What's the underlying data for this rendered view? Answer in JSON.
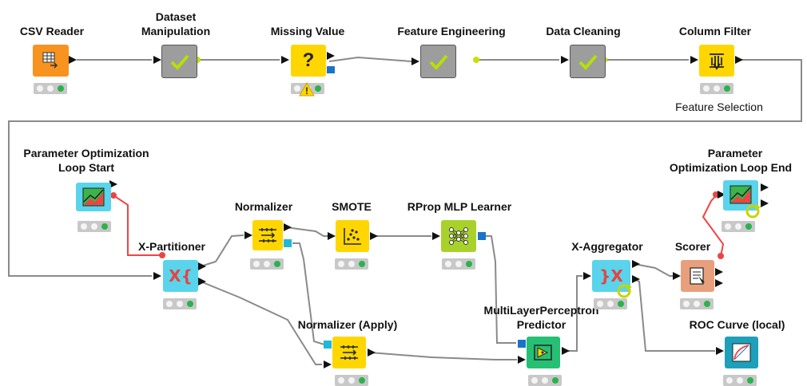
{
  "nodes": {
    "csv_reader": {
      "label": "CSV Reader"
    },
    "dataset_manipulation": {
      "label_line1": "Dataset",
      "label_line2": "Manipulation"
    },
    "missing_value": {
      "label": "Missing Value",
      "icon_text": "?"
    },
    "feature_engineering": {
      "label": "Feature Engineering"
    },
    "data_cleaning": {
      "label": "Data Cleaning"
    },
    "column_filter": {
      "label": "Column Filter",
      "annotation": "Feature Selection"
    },
    "param_opt_start": {
      "label_line1": "Parameter Optimization",
      "label_line2": "Loop Start"
    },
    "x_partitioner": {
      "label": "X-Partitioner",
      "icon_text": "X{"
    },
    "normalizer": {
      "label": "Normalizer"
    },
    "smote": {
      "label": "SMOTE"
    },
    "rprop_mlp": {
      "label": "RProp MLP Learner"
    },
    "normalizer_apply": {
      "label": "Normalizer (Apply)"
    },
    "mlp_predictor": {
      "label_line1": "MultiLayerPerceptron",
      "label_line2": "Predictor"
    },
    "x_aggregator": {
      "label": "X-Aggregator",
      "icon_text": "}X"
    },
    "scorer": {
      "label": "Scorer"
    },
    "param_opt_end": {
      "label_line1": "Parameter",
      "label_line2": "Optimization Loop End"
    },
    "roc_curve": {
      "label": "ROC Curve (local)"
    }
  },
  "colors": {
    "source": "#f7931e",
    "manipulator": "#9d9d9d",
    "manipulator_yellow": "#ffd600",
    "loop": "#59d4ec",
    "learner": "#a8d22a",
    "predictor": "#25c074",
    "other": "#e8a07c",
    "view": "#1e9fba",
    "wire": "#8a8a8a",
    "flow_variable": "#ee4444",
    "status_green": "#2bb24c",
    "warning": "#ffd600"
  }
}
